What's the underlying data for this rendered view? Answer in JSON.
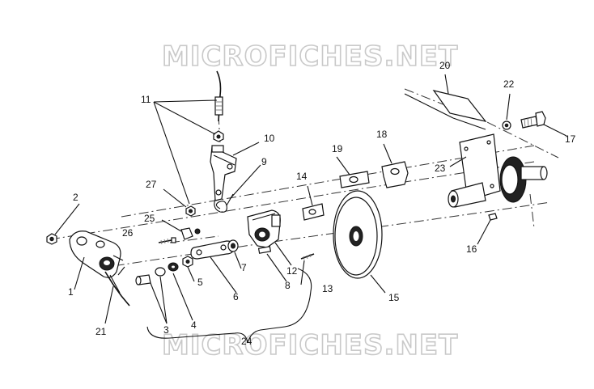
{
  "watermarks": [
    "MICROFICHES.NET",
    "MICROFICHES.NET"
  ],
  "callouts": {
    "c1": "1",
    "c2": "2",
    "c3": "3",
    "c4": "4",
    "c5": "5",
    "c6": "6",
    "c7": "7",
    "c8": "8",
    "c9": "9",
    "c10": "10",
    "c11": "11",
    "c12": "12",
    "c13": "13",
    "c14": "14",
    "c15": "15",
    "c16": "16",
    "c17": "17",
    "c18": "18",
    "c19": "19",
    "c20": "20",
    "c21": "21",
    "c22": "22",
    "c23": "23",
    "c24": "24",
    "c25": "25",
    "c26": "26",
    "c27": "27"
  }
}
